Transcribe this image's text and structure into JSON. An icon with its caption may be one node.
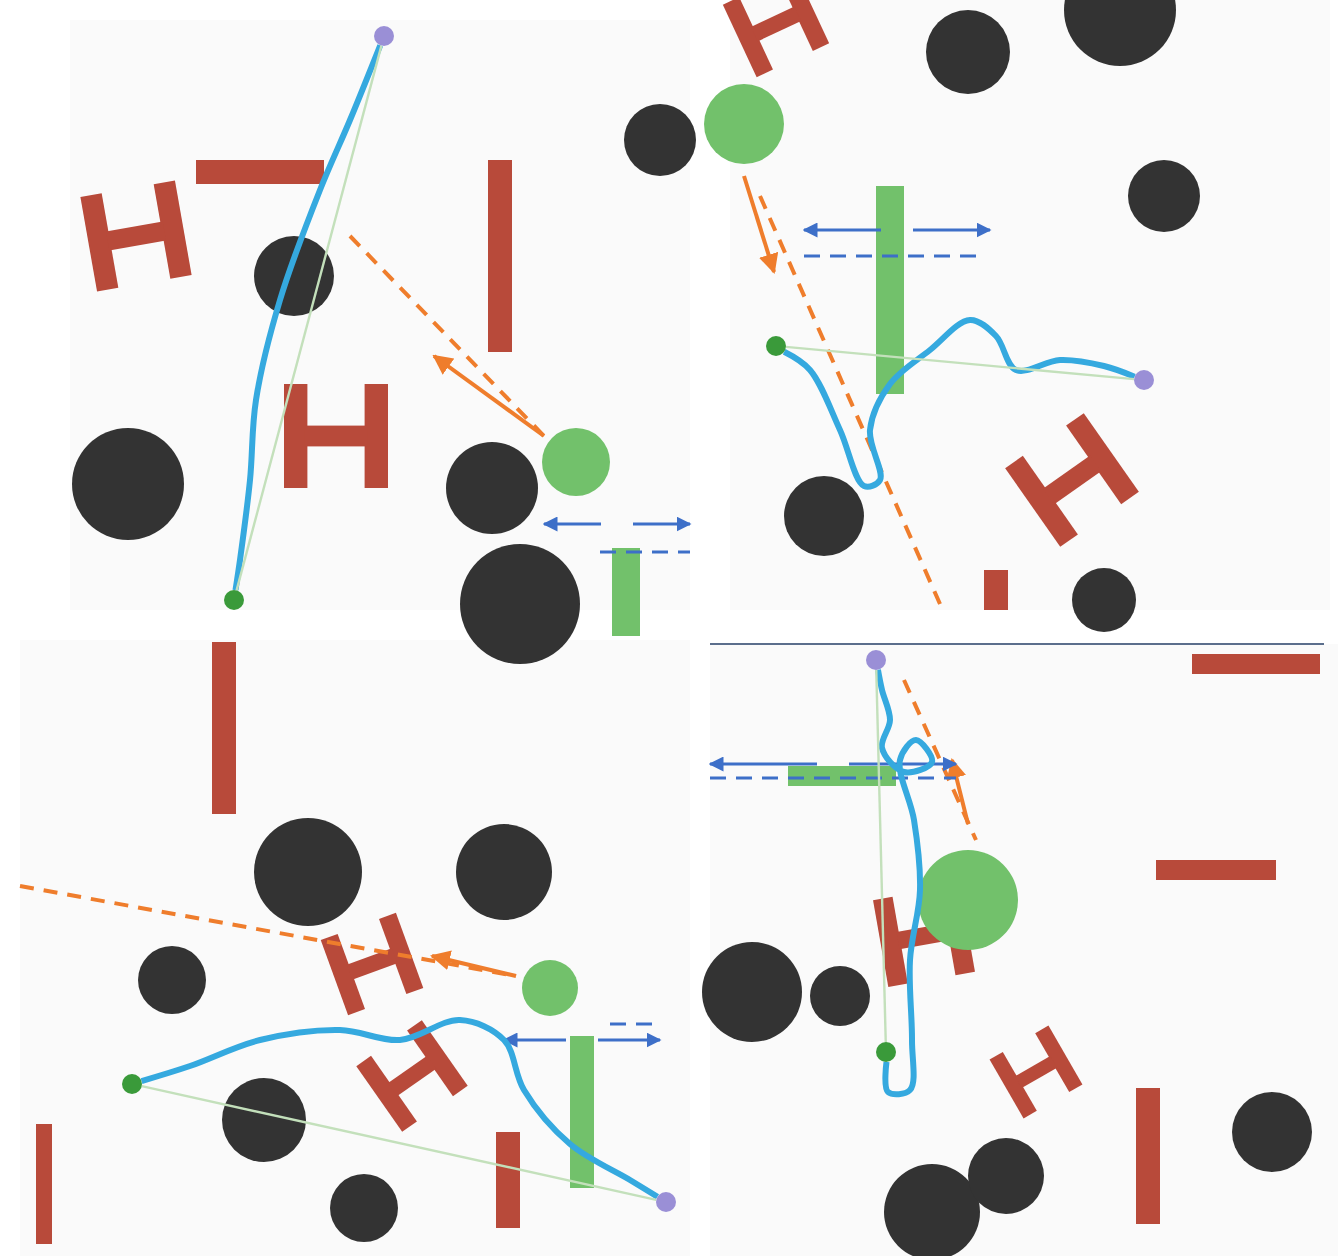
{
  "diagram": {
    "nodes": [
      {
        "text": [],
        "shape": "circle"
      },
      {
        "text": [],
        "shape": "circle"
      },
      {
        "text": [],
        "shape": "circle"
      },
      {
        "text": [],
        "shape": "circle"
      },
      {
        "text": [],
        "shape": "circle"
      },
      {
        "text": [],
        "shape": "circle"
      },
      {
        "text": [],
        "shape": "circle"
      },
      {
        "text": [],
        "shape": "circle"
      }
    ],
    "edges": [
      {
        "from": 0,
        "to": 1,
        "arrow": "none",
        "style": "thick",
        "color": "#35a9df"
      },
      {
        "from": 0,
        "to": 1,
        "arrow": "none",
        "color": "#c3e0bb"
      },
      {
        "from": 2,
        "to": 3,
        "arrow": "none",
        "style": "thick",
        "color": "#35a9df"
      },
      {
        "from": 2,
        "to": 3,
        "arrow": "none",
        "color": "#c3e0bb"
      },
      {
        "from": 4,
        "to": 5,
        "arrow": "none",
        "style": "thick",
        "color": "#35a9df"
      },
      {
        "from": 4,
        "to": 5,
        "arrow": "none",
        "color": "#c3e0bb"
      },
      {
        "from": 6,
        "to": 7,
        "arrow": "none",
        "style": "thick",
        "color": "#35a9df"
      },
      {
        "from": 6,
        "to": 7,
        "arrow": "none",
        "color": "#c3e0bb"
      }
    ]
  }
}
